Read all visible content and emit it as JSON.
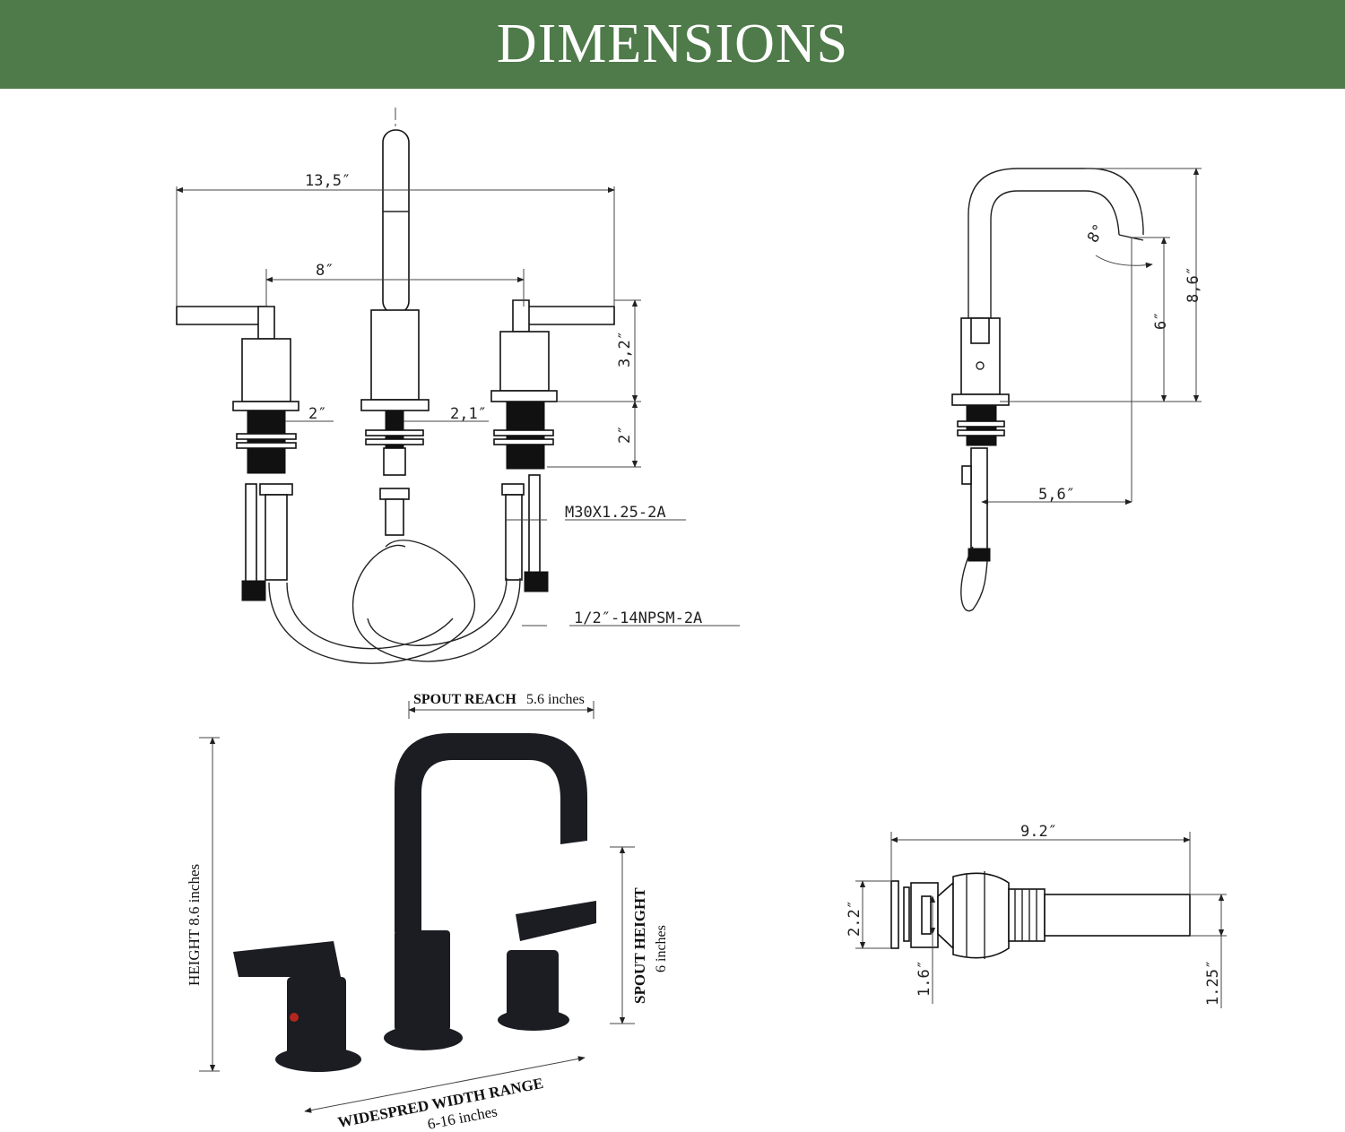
{
  "header": {
    "title": "DIMENSIONS",
    "background": "#4f7a4a",
    "text_color": "#ffffff"
  },
  "front_view": {
    "overall_width": "13,5″",
    "center_spacing": "8″",
    "handle_height": "3,2″",
    "handle_base": "2″",
    "spout_base": "2,1″",
    "shank_length": "2″",
    "thread_spec": "M30X1.25-2A",
    "hose_spec": "1/2″-14NPSM-2A"
  },
  "side_view": {
    "total_height": "8,6″",
    "spout_height": "6″",
    "spout_angle": "8°",
    "spout_reach": "5,6″"
  },
  "photo": {
    "spout_reach_label": "SPOUT REACH",
    "spout_reach_value": "5.6 inches",
    "height_label": "HEIGHT 8.6 inches",
    "spout_height_label": "SPOUT HEIGHT",
    "spout_height_value": "6 inches",
    "width_label": "WIDESPRED WIDTH RANGE",
    "width_value": "6-16 inches"
  },
  "drain_view": {
    "length": "9.2″",
    "flange_diameter": "2.2″",
    "stopper": "1.6″",
    "thread": "1.25″"
  }
}
